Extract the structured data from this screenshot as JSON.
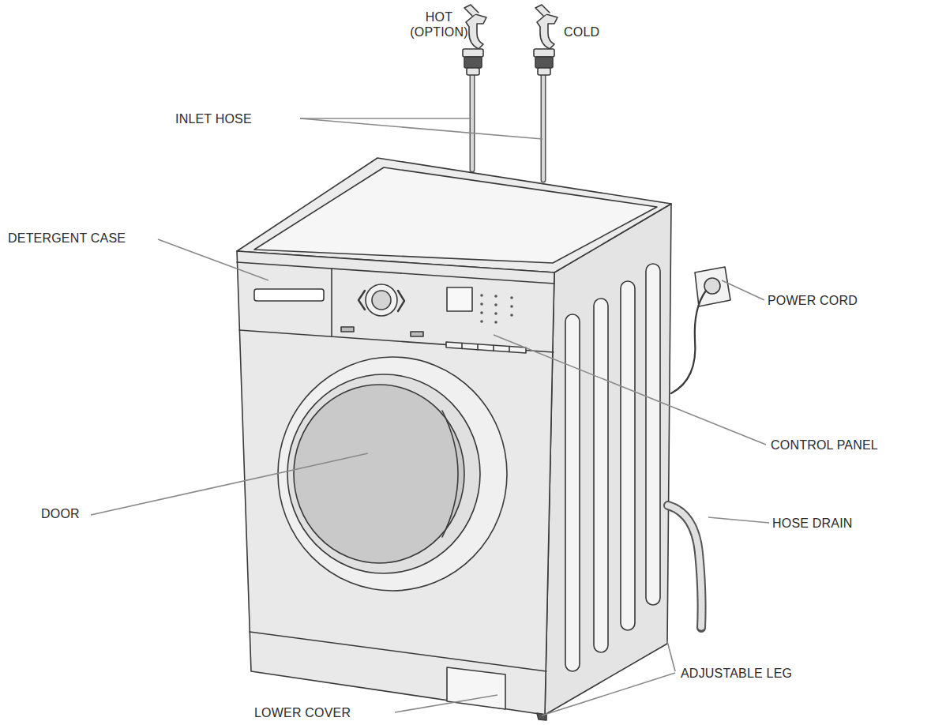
{
  "diagram": {
    "labels": [
      "HOT (OPTION)",
      "COLD",
      "INLET HOSE",
      "DETERGENT CASE",
      "POWER CORD",
      "CONTROL PANEL",
      "DOOR",
      "HOSE DRAIN",
      "ADJUSTABLE LEG",
      "LOWER COVER"
    ]
  }
}
